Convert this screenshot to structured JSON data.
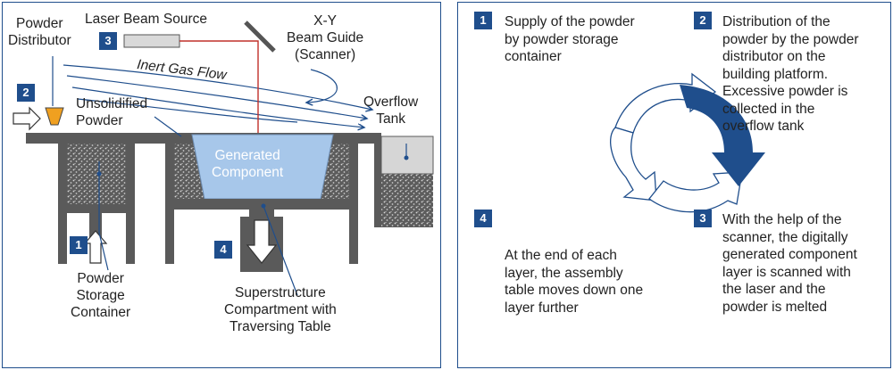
{
  "colors": {
    "accent": "#1f4e8c",
    "beam": "#c0302a",
    "component": "#a7c7ea",
    "powder_orange": "#f0a020"
  },
  "diagram": {
    "labels": {
      "powder_distributor": "Powder\nDistributor",
      "laser_beam_source": "Laser Beam Source",
      "beam_guide": "X-Y\nBeam Guide\n(Scanner)",
      "inert_gas_flow": "Inert Gas Flow",
      "unsolidified_powder": "Unsolidified\nPowder",
      "overflow_tank": "Overflow\nTank",
      "generated_component": "Generated\nComponent",
      "powder_storage_container": "Powder\nStorage\nContainer",
      "superstructure": "Superstructure\nCompartment with\nTraversing Table"
    },
    "badges": {
      "b1": "1",
      "b2": "2",
      "b3": "3",
      "b4": "4"
    }
  },
  "steps": [
    {
      "number": "1",
      "text": "Supply of the powder\nby powder storage\ncontainer"
    },
    {
      "number": "2",
      "text": "Distribution of the\npowder by the powder\ndistributor on the\nbuilding platform.\nExcessive powder is\ncollected in the\n        overflow tank"
    },
    {
      "number": "3",
      "text": "With the help of the\nscanner, the digitally\ngenerated component\nlayer is scanned with\nthe laser and the\npowder is melted"
    },
    {
      "number": "4",
      "text": "At the end of each\nlayer, the assembly\ntable moves down one\nlayer further"
    }
  ]
}
